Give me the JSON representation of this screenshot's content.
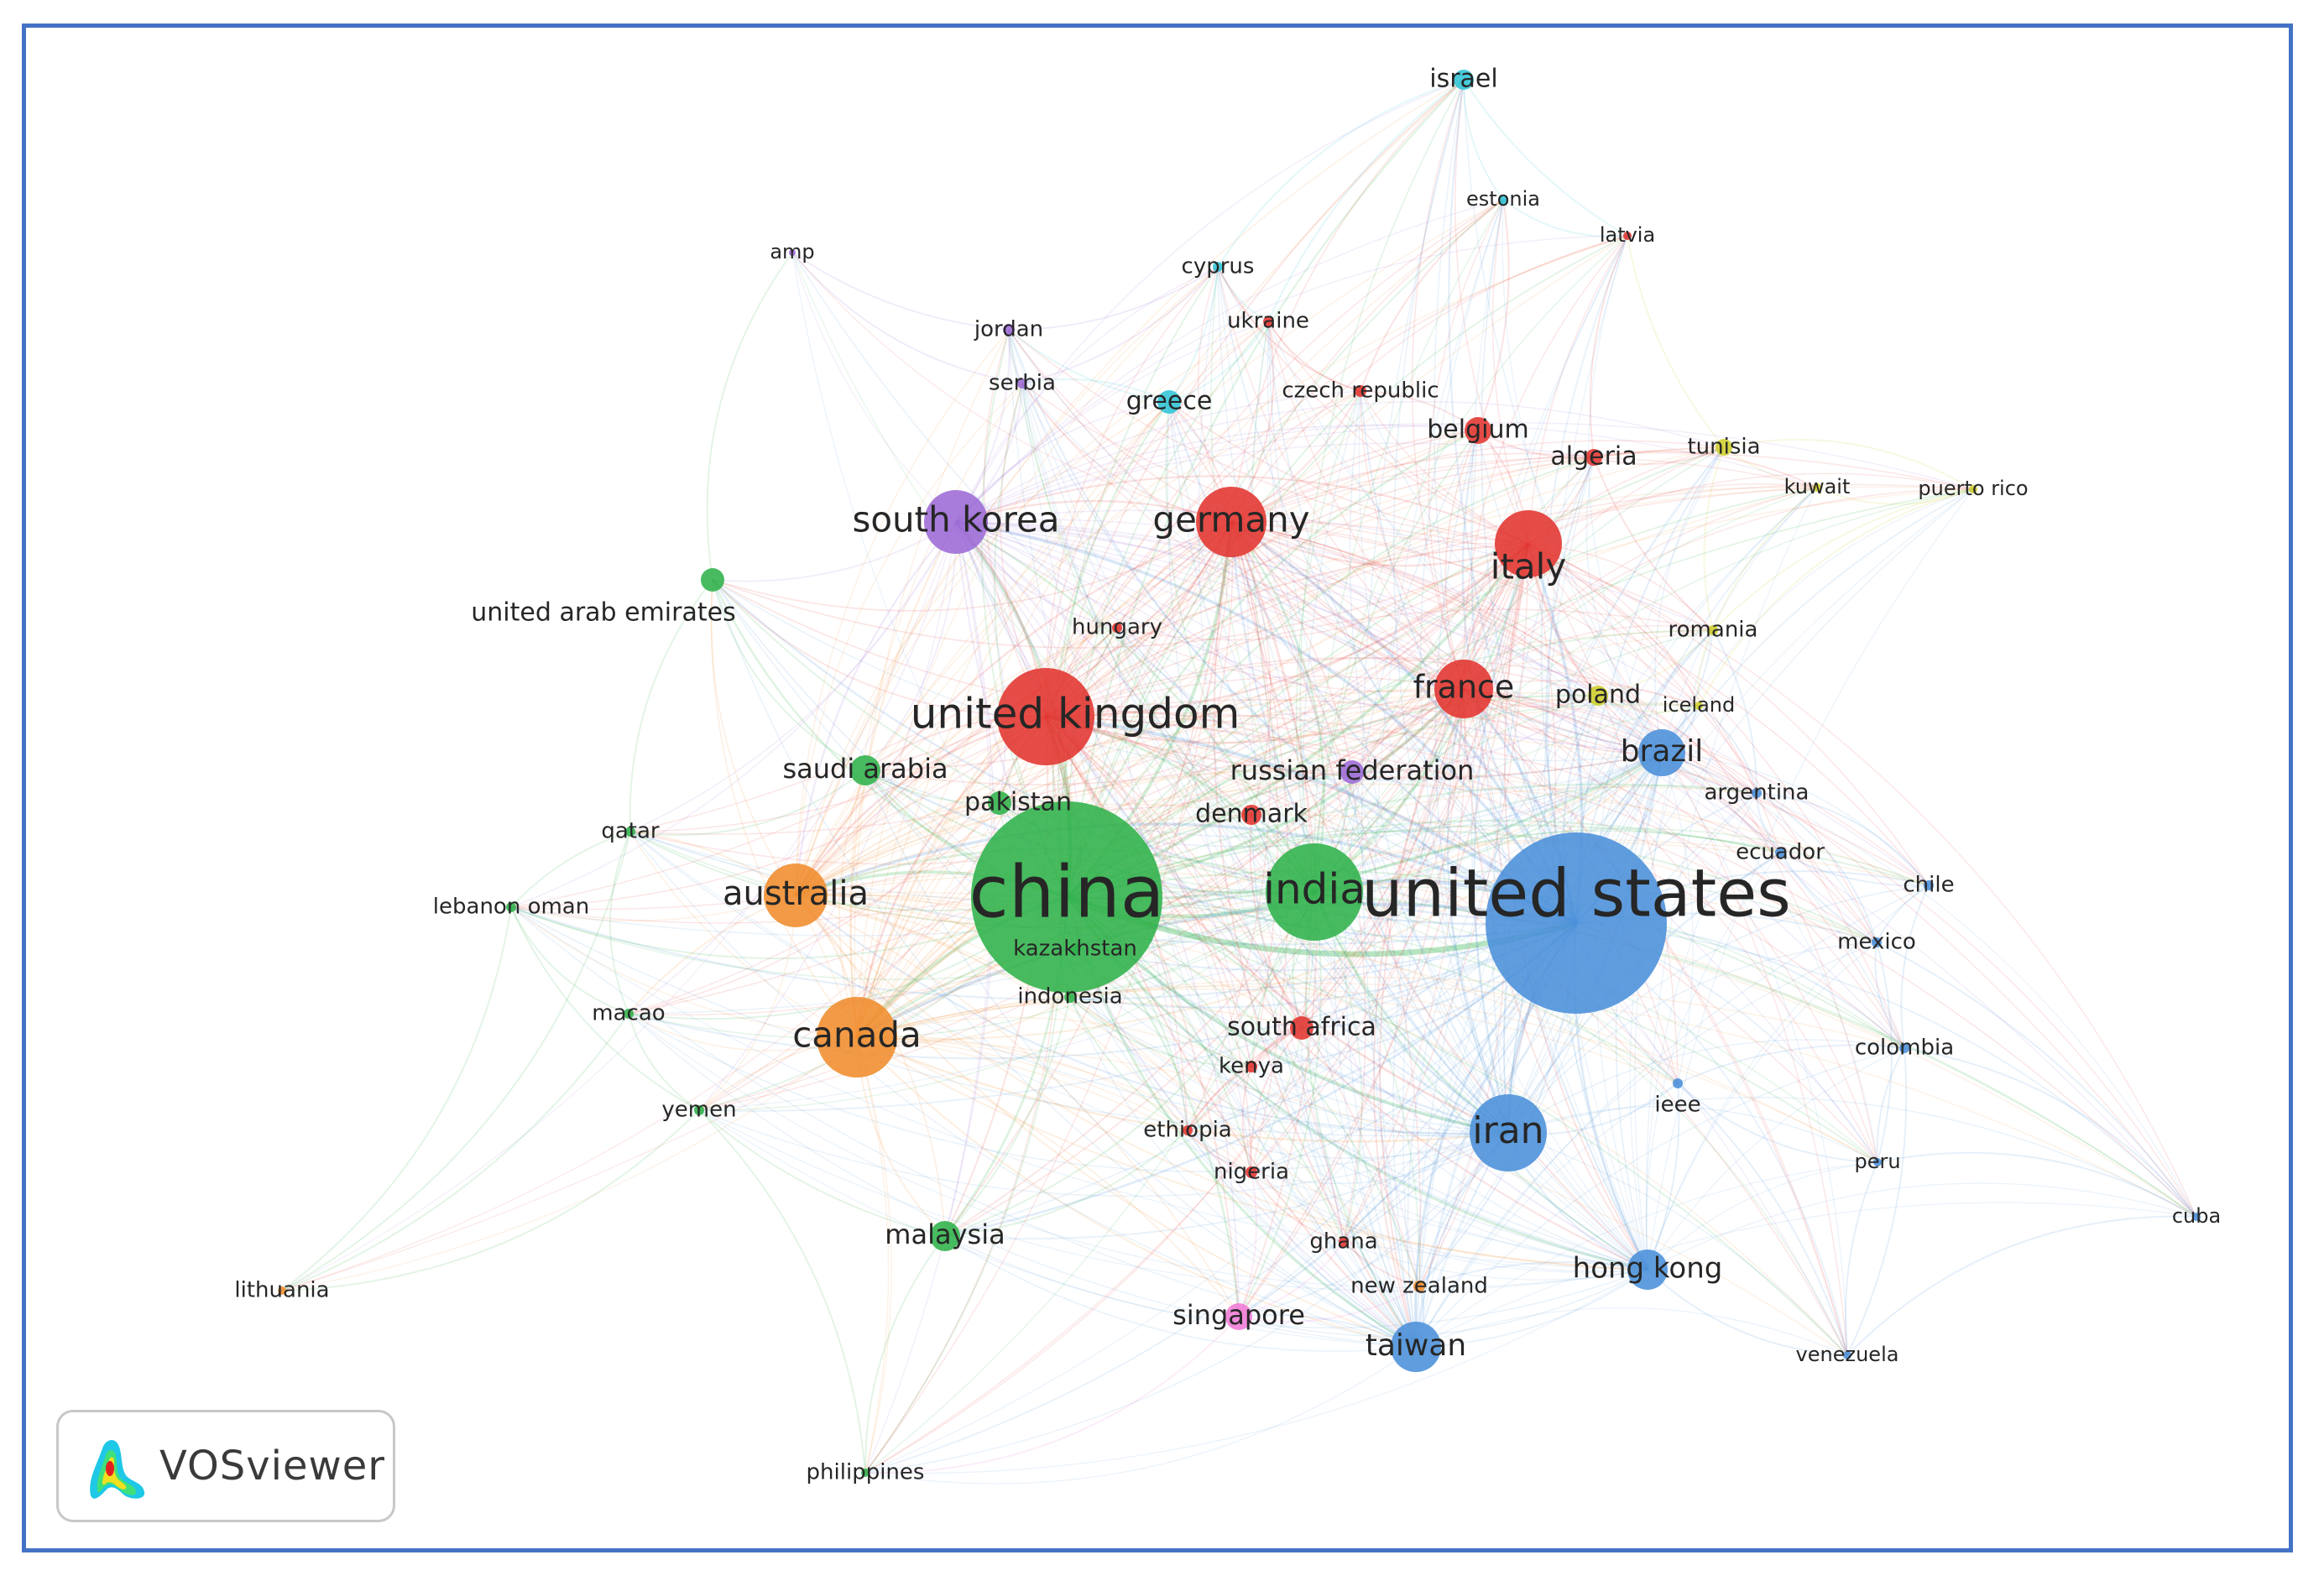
{
  "brand": {
    "name": "VOSviewer"
  },
  "clusters": {
    "red": "#e3342f",
    "green": "#2fb24a",
    "blue": "#4a90d9",
    "yellow": "#cfcf2e",
    "purple": "#9c6ad6",
    "cyan": "#2fc4d6",
    "orange": "#f08c2c",
    "pink": "#f07ad6"
  },
  "nodes": [
    {
      "id": "china",
      "label": "china",
      "cluster": "green",
      "weight": 100
    },
    {
      "id": "united-states",
      "label": "united states",
      "cluster": "blue",
      "weight": 90
    },
    {
      "id": "india",
      "label": "india",
      "cluster": "green",
      "weight": 35
    },
    {
      "id": "united-kingdom",
      "label": "united kingdom",
      "cluster": "red",
      "weight": 30
    },
    {
      "id": "germany",
      "label": "germany",
      "cluster": "red",
      "weight": 22
    },
    {
      "id": "italy",
      "label": "italy",
      "cluster": "red",
      "weight": 20
    },
    {
      "id": "france",
      "label": "france",
      "cluster": "red",
      "weight": 18
    },
    {
      "id": "south-korea",
      "label": "south korea",
      "cluster": "purple",
      "weight": 20
    },
    {
      "id": "canada",
      "label": "canada",
      "cluster": "orange",
      "weight": 24
    },
    {
      "id": "australia",
      "label": "australia",
      "cluster": "orange",
      "weight": 20
    },
    {
      "id": "iran",
      "label": "iran",
      "cluster": "blue",
      "weight": 24
    },
    {
      "id": "brazil",
      "label": "brazil",
      "cluster": "blue",
      "weight": 12
    },
    {
      "id": "taiwan",
      "label": "taiwan",
      "cluster": "blue",
      "weight": 12
    },
    {
      "id": "hong-kong",
      "label": "hong kong",
      "cluster": "blue",
      "weight": 10
    },
    {
      "id": "saudi-arabia",
      "label": "saudi arabia",
      "cluster": "green",
      "weight": 8
    },
    {
      "id": "malaysia",
      "label": "malaysia",
      "cluster": "green",
      "weight": 8
    },
    {
      "id": "united-arab-emirates",
      "label": "united arab emirates",
      "cluster": "green",
      "weight": 6
    },
    {
      "id": "pakistan",
      "label": "pakistan",
      "cluster": "green",
      "weight": 5
    },
    {
      "id": "russian-federation",
      "label": "russian federation",
      "cluster": "purple",
      "weight": 6
    },
    {
      "id": "denmark",
      "label": "denmark",
      "cluster": "red",
      "weight": 5
    },
    {
      "id": "south-africa",
      "label": "south africa",
      "cluster": "red",
      "weight": 5
    },
    {
      "id": "singapore",
      "label": "singapore",
      "cluster": "pink",
      "weight": 6
    },
    {
      "id": "belgium",
      "label": "belgium",
      "cluster": "red",
      "weight": 6
    },
    {
      "id": "greece",
      "label": "greece",
      "cluster": "cyan",
      "weight": 5
    },
    {
      "id": "poland",
      "label": "poland",
      "cluster": "yellow",
      "weight": 5
    },
    {
      "id": "algeria",
      "label": "algeria",
      "cluster": "red",
      "weight": 4
    },
    {
      "id": "israel",
      "label": "israel",
      "cluster": "cyan",
      "weight": 4
    },
    {
      "id": "tunisia",
      "label": "tunisia",
      "cluster": "yellow",
      "weight": 3
    },
    {
      "id": "hungary",
      "label": "hungary",
      "cluster": "red",
      "weight": 3
    },
    {
      "id": "kazakhstan",
      "label": "kazakhstan",
      "cluster": "green",
      "weight": 3
    },
    {
      "id": "indonesia",
      "label": "indonesia",
      "cluster": "green",
      "weight": 3
    },
    {
      "id": "kenya",
      "label": "kenya",
      "cluster": "red",
      "weight": 3
    },
    {
      "id": "ethiopia",
      "label": "ethiopia",
      "cluster": "red",
      "weight": 3
    },
    {
      "id": "nigeria",
      "label": "nigeria",
      "cluster": "red",
      "weight": 3
    },
    {
      "id": "ghana",
      "label": "ghana",
      "cluster": "red",
      "weight": 3
    },
    {
      "id": "new-zealand",
      "label": "new zealand",
      "cluster": "orange",
      "weight": 3
    },
    {
      "id": "argentina",
      "label": "argentina",
      "cluster": "blue",
      "weight": 3
    },
    {
      "id": "ecuador",
      "label": "ecuador",
      "cluster": "blue",
      "weight": 3
    },
    {
      "id": "chile",
      "label": "chile",
      "cluster": "blue",
      "weight": 3
    },
    {
      "id": "mexico",
      "label": "mexico",
      "cluster": "blue",
      "weight": 3
    },
    {
      "id": "colombia",
      "label": "colombia",
      "cluster": "blue",
      "weight": 3
    },
    {
      "id": "ieee",
      "label": "ieee",
      "cluster": "blue",
      "weight": 2
    },
    {
      "id": "peru",
      "label": "peru",
      "cluster": "blue",
      "weight": 2
    },
    {
      "id": "cuba",
      "label": "cuba",
      "cluster": "blue",
      "weight": 2
    },
    {
      "id": "venezuela",
      "label": "venezuela",
      "cluster": "blue",
      "weight": 2
    },
    {
      "id": "romania",
      "label": "romania",
      "cluster": "yellow",
      "weight": 3
    },
    {
      "id": "iceland",
      "label": "iceland",
      "cluster": "yellow",
      "weight": 2
    },
    {
      "id": "kuwait",
      "label": "kuwait",
      "cluster": "yellow",
      "weight": 2
    },
    {
      "id": "puerto-rico",
      "label": "puerto rico",
      "cluster": "yellow",
      "weight": 2
    },
    {
      "id": "jordan",
      "label": "jordan",
      "cluster": "purple",
      "weight": 3
    },
    {
      "id": "serbia",
      "label": "serbia",
      "cluster": "purple",
      "weight": 2
    },
    {
      "id": "cyprus",
      "label": "cyprus",
      "cluster": "cyan",
      "weight": 2
    },
    {
      "id": "ukraine",
      "label": "ukraine",
      "cluster": "red",
      "weight": 2
    },
    {
      "id": "czech-republic",
      "label": "czech republic",
      "cluster": "red",
      "weight": 3
    },
    {
      "id": "estonia",
      "label": "estonia",
      "cluster": "cyan",
      "weight": 2
    },
    {
      "id": "latvia",
      "label": "latvia",
      "cluster": "red",
      "weight": 2
    },
    {
      "id": "amp",
      "label": "amp",
      "cluster": "purple",
      "weight": 1
    },
    {
      "id": "qatar",
      "label": "qatar",
      "cluster": "green",
      "weight": 3
    },
    {
      "id": "lebanon-oman",
      "label": "lebanon oman",
      "cluster": "green",
      "weight": 3
    },
    {
      "id": "macao",
      "label": "macao",
      "cluster": "green",
      "weight": 3
    },
    {
      "id": "yemen",
      "label": "yemen",
      "cluster": "green",
      "weight": 2
    },
    {
      "id": "philippines",
      "label": "philippines",
      "cluster": "green",
      "weight": 2
    },
    {
      "id": "lithuania",
      "label": "lithuania",
      "cluster": "orange",
      "weight": 1
    }
  ]
}
